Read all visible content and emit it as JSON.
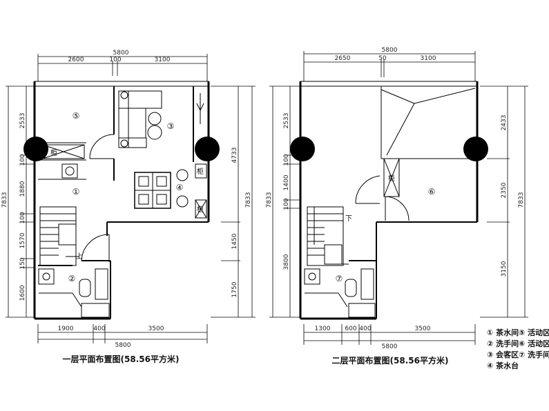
{
  "plan1": {
    "caption": "一层平面布置图(58.56平方米)",
    "top_total": "5800",
    "top_dims": [
      "2600",
      "100",
      "3100"
    ],
    "bottom_dims": [
      "1900",
      "400",
      "3500"
    ],
    "bottom_total": "5800",
    "left_dims": [
      "2533",
      "100",
      "1880",
      "100",
      "1570",
      "150",
      "1600"
    ],
    "left_total": "7833",
    "right_dims": [
      "4733",
      "1450",
      "1750"
    ],
    "right_total": "7833",
    "rooms": [
      "⑤",
      "③",
      "①",
      "④",
      "②"
    ],
    "cabinet_labels": [
      "柜",
      "柜",
      "柜"
    ],
    "stair_label": "上"
  },
  "plan2": {
    "caption": "二层平面布置图(58.56平方米)",
    "top_total": "5800",
    "top_dims": [
      "2650",
      "50",
      "3100"
    ],
    "bottom_dims": [
      "1300",
      "600",
      "400",
      "3500"
    ],
    "bottom_total": "5800",
    "left_dims": [
      "2533",
      "100",
      "1400",
      "100",
      "3800"
    ],
    "left_total": "7833",
    "right_dims": [
      "2433",
      "2350",
      "3150"
    ],
    "right_total": "7833",
    "rooms": [
      "⑥",
      "⑦"
    ],
    "cabinet_label": "柜",
    "stair_label": "下"
  },
  "legend": [
    [
      "① 茶水间",
      "⑤ 活动区"
    ],
    [
      "② 洗手间",
      "⑥ 活动区"
    ],
    [
      "③ 会客区",
      "⑦ 洗手间"
    ],
    [
      "④ 茶水台",
      ""
    ]
  ]
}
